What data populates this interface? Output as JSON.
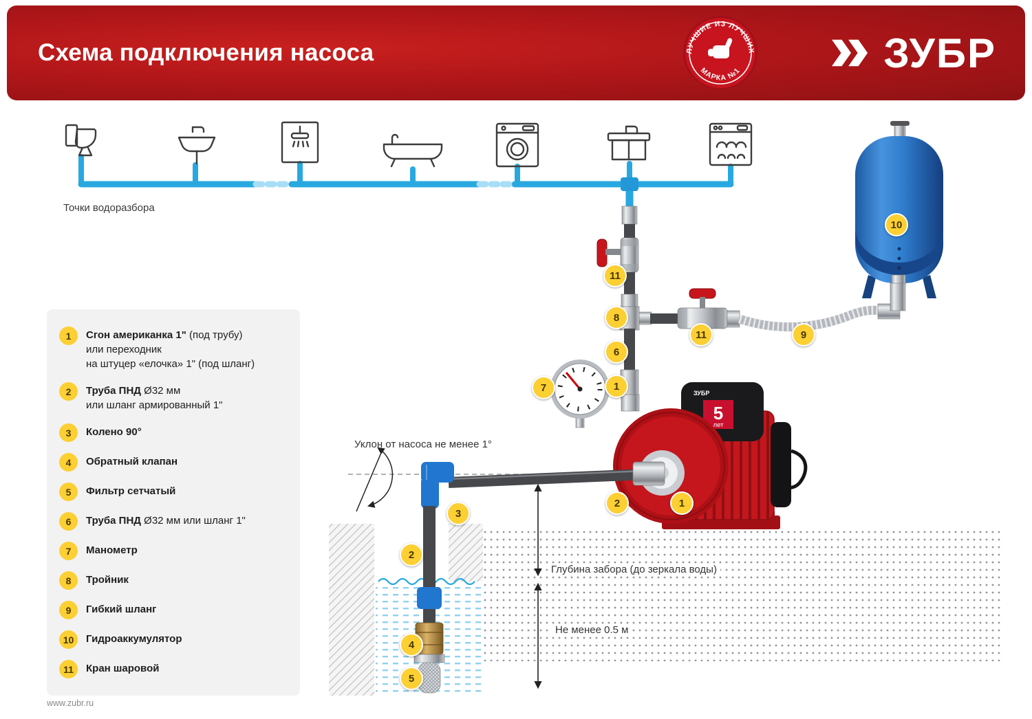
{
  "header": {
    "title": "Схема подключения насоса",
    "award": {
      "top": "ЛУЧШИЕ ИЗ ЛУЧШИХ",
      "bottom": "МАРКА №1"
    },
    "brand": "ЗУБР"
  },
  "fixtures": {
    "label": "Точки водоразбора"
  },
  "legend": {
    "items": [
      {
        "num": "1",
        "bold": "Сгон американка 1\"",
        "rest": " (под трубу)\nили переходник\nна штуцер «елочка» 1\" (под шланг)"
      },
      {
        "num": "2",
        "bold": "Труба ПНД",
        "rest": " Ø32 мм\nили шланг армированный 1\""
      },
      {
        "num": "3",
        "bold": "Колено 90°",
        "rest": ""
      },
      {
        "num": "4",
        "bold": "Обратный клапан",
        "rest": ""
      },
      {
        "num": "5",
        "bold": "Фильтр сетчатый",
        "rest": ""
      },
      {
        "num": "6",
        "bold": "Труба ПНД",
        "rest": " Ø32 мм или шланг 1\""
      },
      {
        "num": "7",
        "bold": "Манометр",
        "rest": ""
      },
      {
        "num": "8",
        "bold": "Тройник",
        "rest": ""
      },
      {
        "num": "9",
        "bold": "Гибкий шланг",
        "rest": ""
      },
      {
        "num": "10",
        "bold": "Гидроаккумулятор",
        "rest": ""
      },
      {
        "num": "11",
        "bold": "Кран шаровой",
        "rest": ""
      }
    ]
  },
  "annotations": {
    "slope": "Уклон от насоса не менее 1°",
    "depth": "Глубина забора (до зеркала воды)",
    "min_depth": "Не менее 0.5 м"
  },
  "pump": {
    "badge_big": "5",
    "badge_small": "лет",
    "brand_small": "ЗУБР"
  },
  "diagram_badges": {
    "valve_top": "11",
    "tee": "8",
    "pipe6": "6",
    "union_top": "1",
    "gauge": "7",
    "valve_branch": "11",
    "hose": "9",
    "tank": "10",
    "union_pump": "1",
    "pipe2_h": "2",
    "elbow": "3",
    "pipe2_v": "2",
    "check_valve": "4",
    "filter": "5"
  },
  "footer": {
    "url": "www.zubr.ru"
  },
  "colors": {
    "accent_red": "#b01619",
    "pipe_blue": "#29a8e0",
    "badge_yellow": "#fccf33",
    "tank_blue": "#2f7ccc"
  }
}
